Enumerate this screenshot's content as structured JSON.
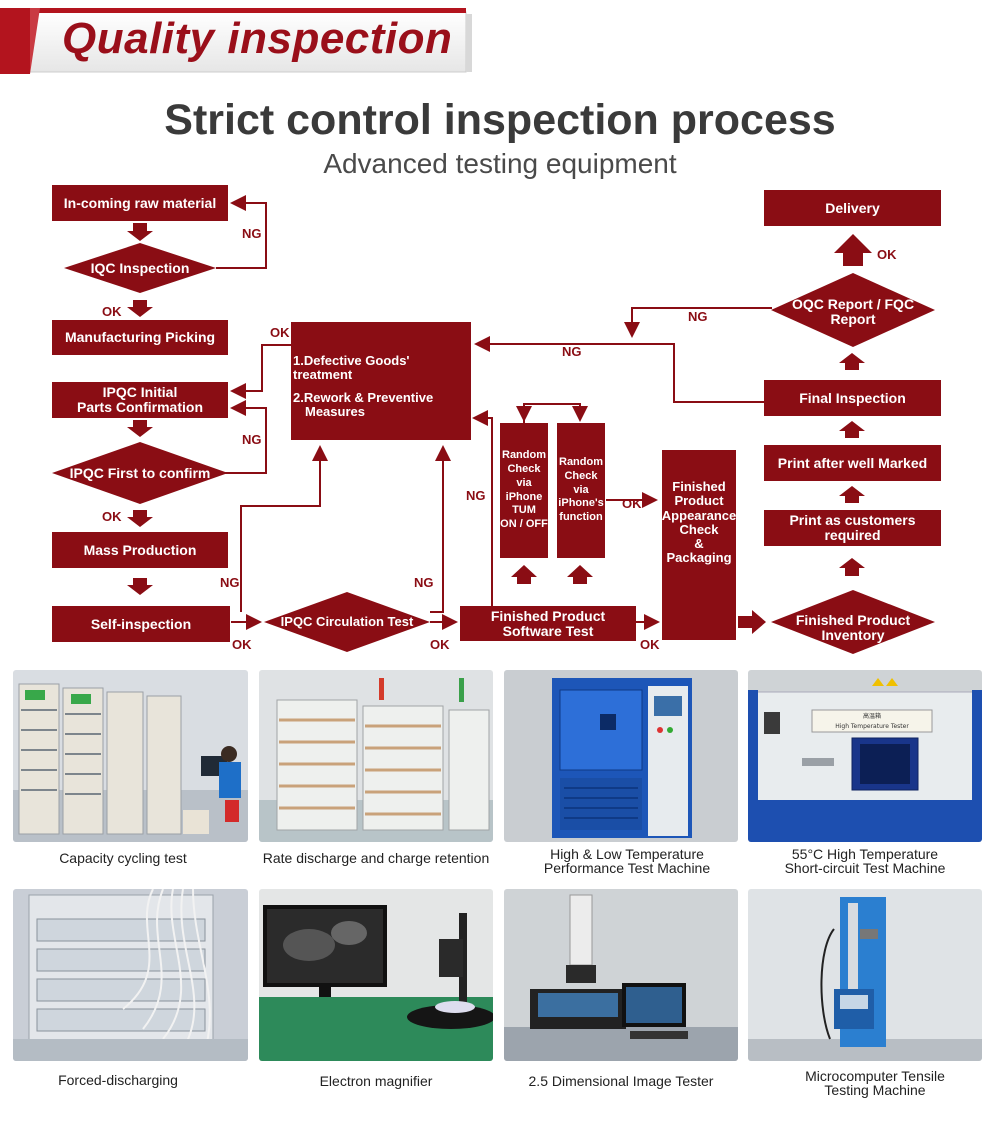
{
  "banner": {
    "title": "Quality inspection"
  },
  "header": {
    "title": "Strict control inspection process",
    "subtitle": "Advanced testing equipment"
  },
  "flow": {
    "incoming": "In-coming raw material",
    "iqc": "IQC Inspection",
    "mfg_picking": "Manufacturing Picking",
    "ipqc_initial_1": "IPQC Initial",
    "ipqc_initial_2": "Parts Confirmation",
    "ipqc_first": "IPQC First to confirm",
    "mass_production": "Mass Production",
    "self_inspection": "Self-inspection",
    "ipqc_circulation": "IPQC Circulation Test",
    "defective_1": "1.Defective Goods' treatment",
    "defective_2": "2.Rework & Preventive",
    "defective_3": "Measures",
    "random_tum": [
      "Random",
      "Check",
      "via",
      "iPhone",
      "TUM",
      "ON / OFF"
    ],
    "random_func": [
      "Random",
      "Check",
      "via",
      "iPhone's",
      "function"
    ],
    "software_test_1": "Finished Product",
    "software_test_2": "Software Test",
    "appearance": [
      "Finished",
      "Product",
      "Appearance",
      "Check",
      "&",
      "Packaging"
    ],
    "inventory_1": "Finished Product",
    "inventory_2": "Inventory",
    "print_customers": "Print as customers required",
    "print_marked": "Print after well Marked",
    "final_inspection": "Final Inspection",
    "oqc_1": "OQC Report / FQC",
    "oqc_2": "Report",
    "delivery": "Delivery",
    "ok": "OK",
    "ng": "NG"
  },
  "equipment": [
    {
      "caption": "Capacity cycling test"
    },
    {
      "caption": "Rate discharge and charge retention"
    },
    {
      "caption_1": "High & Low Temperature",
      "caption_2": "Performance Test Machine"
    },
    {
      "caption_1": "55°C High Temperature",
      "caption_2": "Short-circuit Test Machine",
      "sign_1": "高温箱",
      "sign_2": "High Temperature Tester"
    },
    {
      "caption": "Forced-discharging"
    },
    {
      "caption": "Electron magnifier"
    },
    {
      "caption": "2.5 Dimensional Image Tester"
    },
    {
      "caption_1": "Microcomputer Tensile",
      "caption_2": "Testing Machine"
    }
  ],
  "colors": {
    "brand_red": "#8a0d14",
    "title_gray": "#3a3a3a"
  }
}
